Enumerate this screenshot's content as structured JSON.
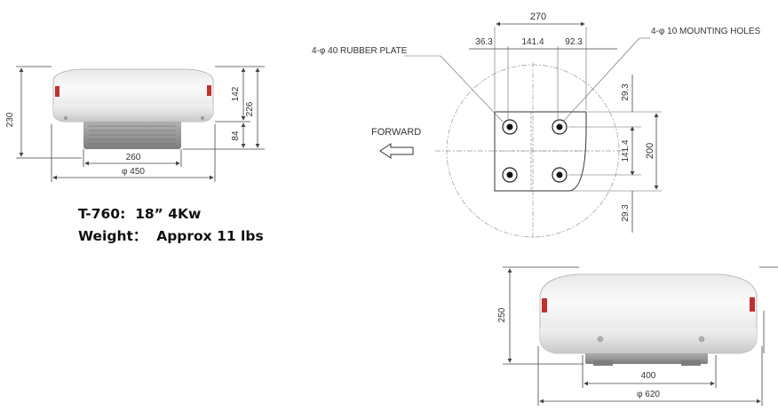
{
  "caption": {
    "line1": "T-760:  18” 4Kw",
    "line2": "Weight：  Approx 11 lbs"
  },
  "small_radome": {
    "height_total": "230",
    "height_dome": "142",
    "height_right": "226",
    "height_base": "84",
    "base_width": "260",
    "diameter": "φ 450"
  },
  "top_view": {
    "width_total": "270",
    "seg_left": "36.3",
    "seg_mid": "141.4",
    "seg_right": "92.3",
    "rubber_plate_label": "4-φ 40  RUBBER PLATE",
    "mounting_holes_label": "4-φ 10  MOUNTING HOLES",
    "forward_label": "FORWARD",
    "v_top": "29.3",
    "v_mid": "141.4",
    "v_total": "200",
    "v_bottom": "29.3"
  },
  "large_radome": {
    "height": "250",
    "base_width": "400",
    "diameter": "φ 620"
  },
  "colors": {
    "radome_light": "#f7f7f7",
    "radome_shade": "#cfcfcf",
    "base_dark": "#9a9a9a",
    "accent_red": "#c23030"
  }
}
